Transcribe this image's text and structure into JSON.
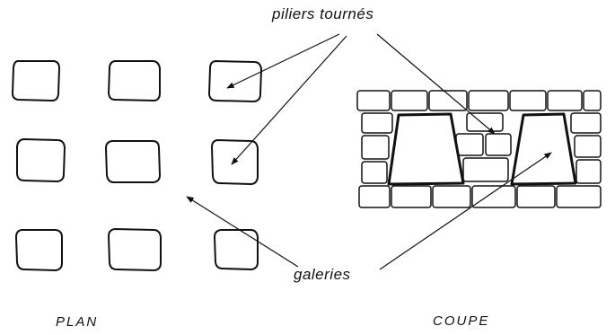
{
  "labels": {
    "pillars": "piliers tournés",
    "galleries": "galeries",
    "plan": "PLAN",
    "section": "COUPE"
  },
  "colors": {
    "ink": "#111111",
    "background": "#ffffff"
  }
}
